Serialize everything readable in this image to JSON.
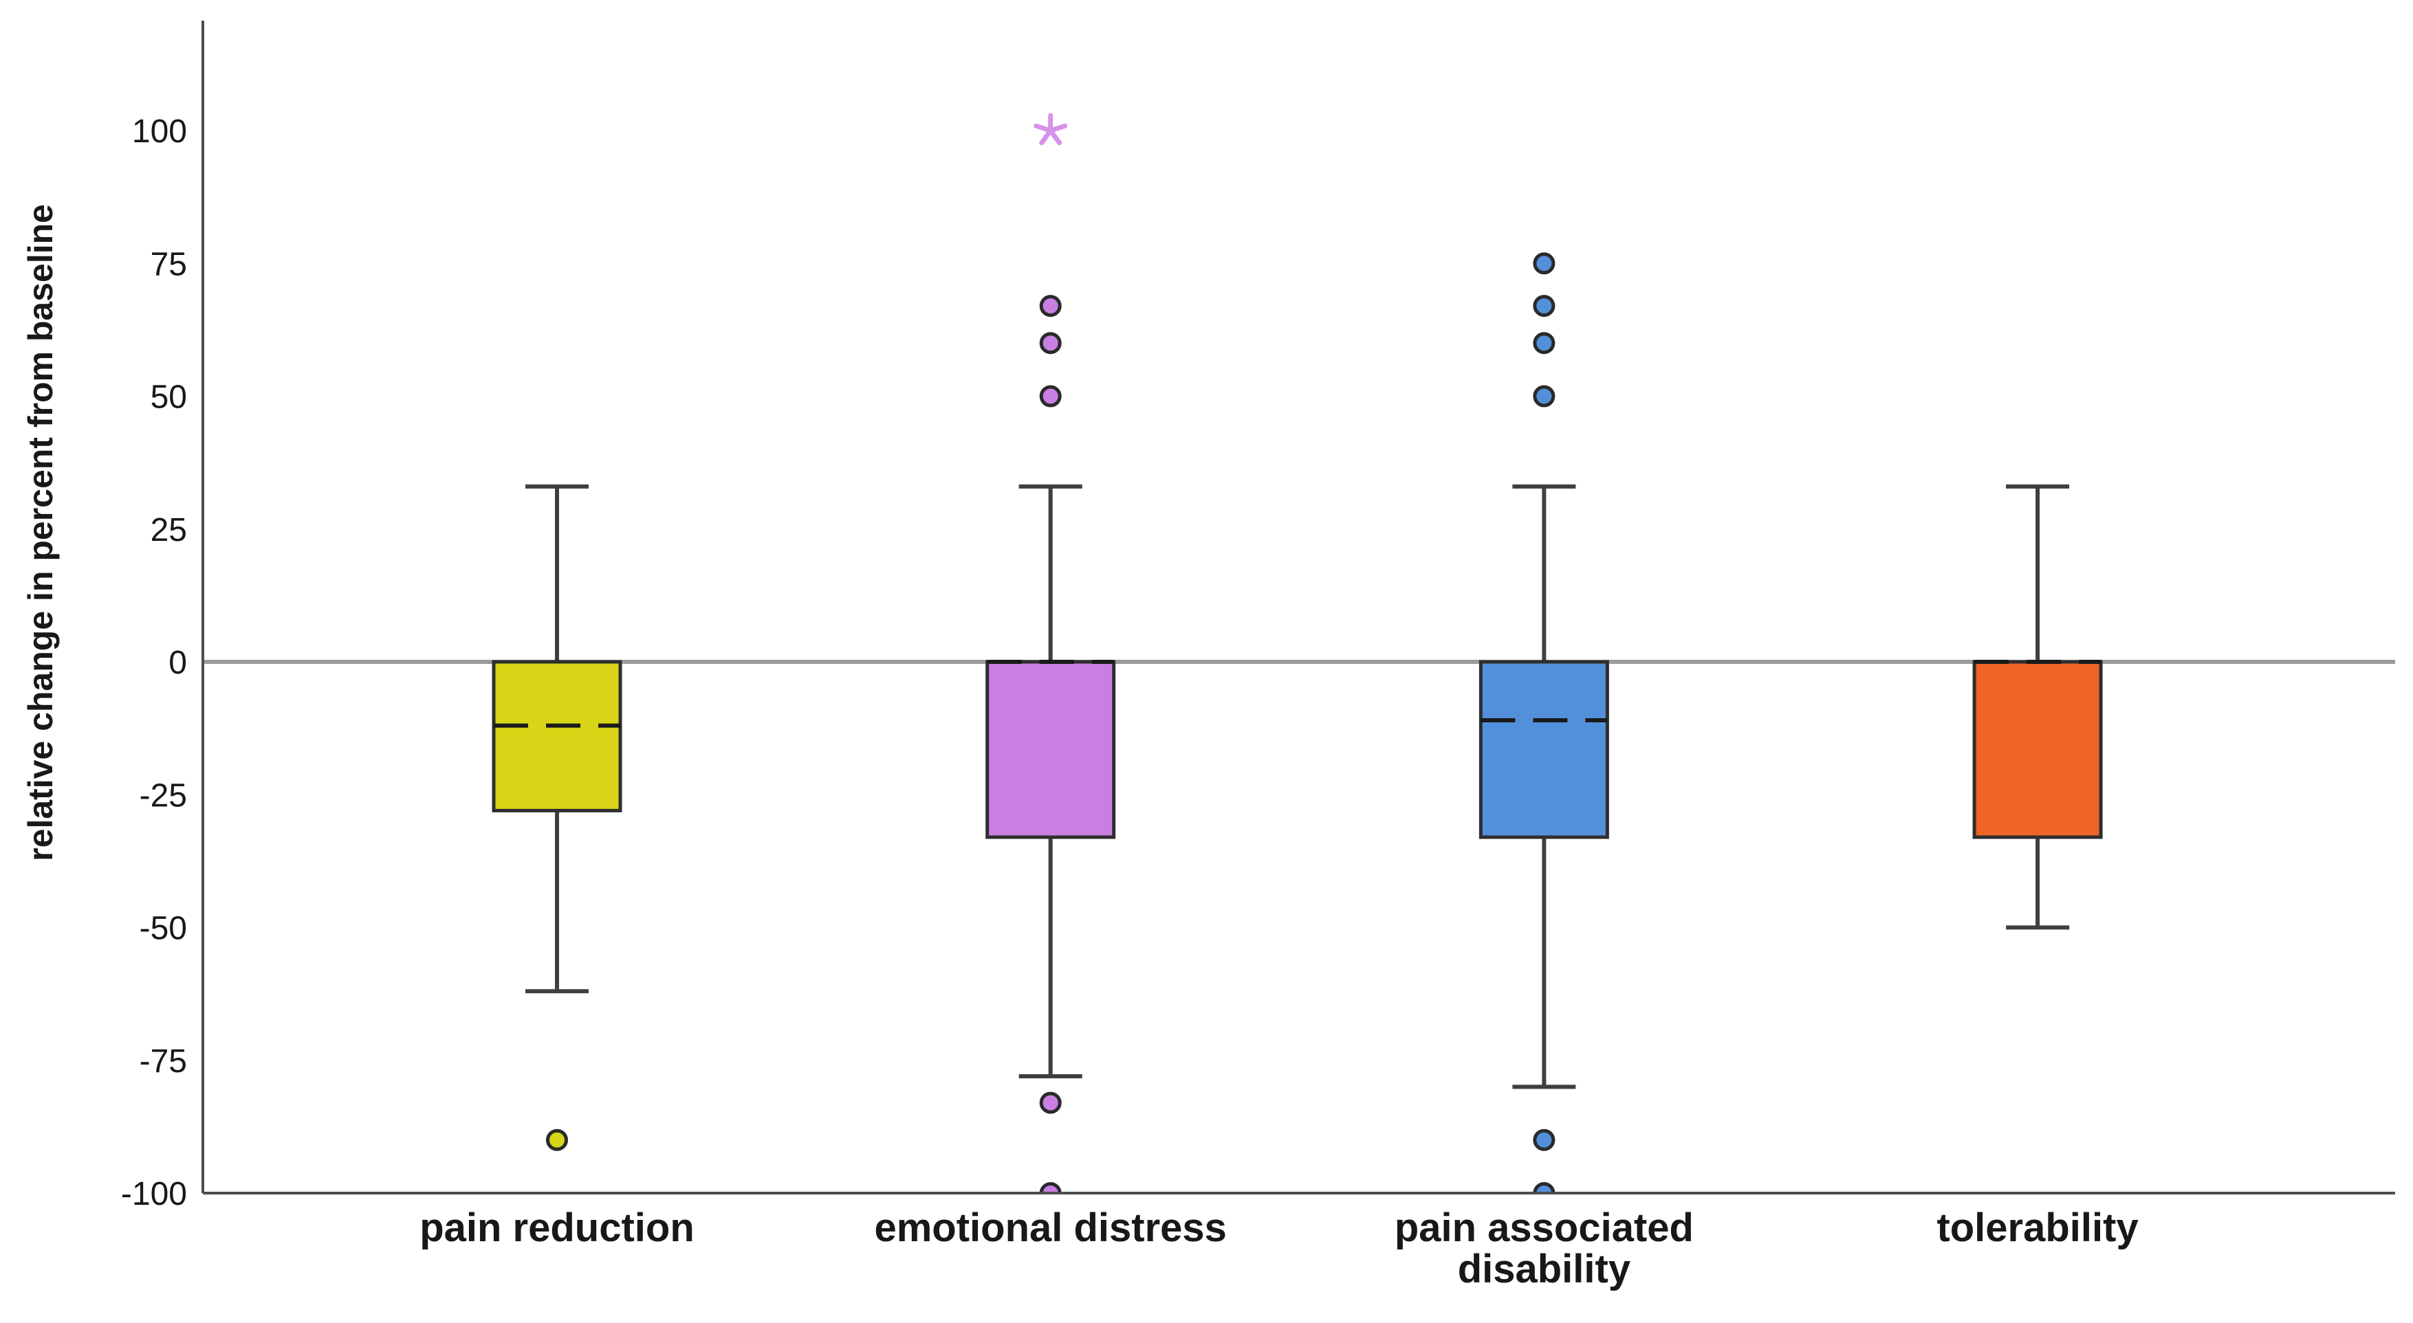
{
  "figure": {
    "background": "#ffffff",
    "axis_color": "#4d4d4d",
    "zero_line_color": "#9b9b9b",
    "box_outline_color": "#2e2e2e",
    "whisker_color": "#3f3f3f",
    "median_color": "#1a1a1a",
    "outlier_outline_color": "#2a2a2a",
    "extreme_star_color": "#d792ea",
    "text_color": "#181818"
  },
  "chart_data": {
    "type": "box",
    "title": "",
    "xlabel": "",
    "ylabel": "relative change in percent from baseline",
    "yticks": [
      100,
      75,
      50,
      25,
      0,
      -25,
      -50,
      -75,
      -100
    ],
    "ylim": [
      -103,
      121
    ],
    "grid": false,
    "zero_reference_line": true,
    "legend": false,
    "categories": [
      "pain reduction",
      "emotional distress",
      "pain associated disability",
      "tolerability"
    ],
    "category_label_lines": [
      [
        "pain reduction"
      ],
      [
        "emotional distress"
      ],
      [
        "pain associated",
        "disability"
      ],
      [
        "tolerability"
      ]
    ],
    "boxes": [
      {
        "category": "pain reduction",
        "color": "#d8d517",
        "q1": -28,
        "median": -12,
        "q3": 0,
        "whisker_low": -62,
        "whisker_high": 33,
        "outliers": [
          -90
        ],
        "extremes": []
      },
      {
        "category": "emotional distress",
        "color": "#c97fe2",
        "q1": -33,
        "median": 0,
        "q3": 0,
        "whisker_low": -78,
        "whisker_high": 33,
        "outliers": [
          67,
          60,
          50,
          -83,
          -100
        ],
        "extremes": [
          100
        ]
      },
      {
        "category": "pain associated disability",
        "color": "#5390dc",
        "q1": -33,
        "median": -11,
        "q3": 0,
        "whisker_low": -80,
        "whisker_high": 33,
        "outliers": [
          75,
          67,
          60,
          50,
          -90,
          -100
        ],
        "extremes": []
      },
      {
        "category": "tolerability",
        "color": "#ee6526",
        "q1": -33,
        "median": 0,
        "q3": 0,
        "whisker_low": -50,
        "whisker_high": 33,
        "outliers": [],
        "extremes": []
      }
    ]
  }
}
